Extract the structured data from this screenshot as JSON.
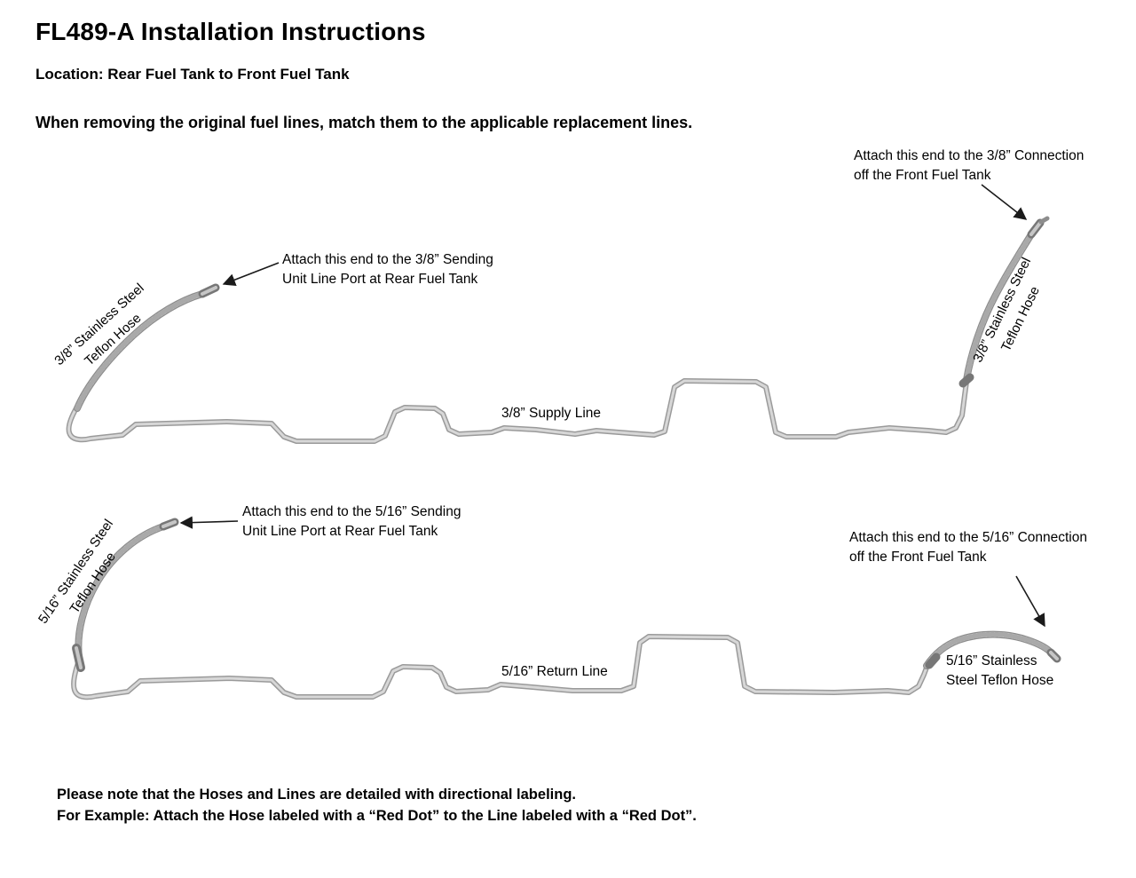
{
  "header": {
    "title": "FL489-A Installation Instructions",
    "location": "Location: Rear Fuel Tank to Front Fuel Tank",
    "instruction": "When removing the original fuel lines, match them to the applicable replacement lines."
  },
  "supply": {
    "line_label": "3/8” Supply Line",
    "callout_left_line1": "Attach this end to the 3/8” Sending",
    "callout_left_line2": "Unit Line Port at Rear Fuel Tank",
    "callout_right_line1": "Attach this end to the 3/8” Connection",
    "callout_right_line2": "off the Front Fuel Tank",
    "hose_left_line1": "3/8” Stainless Steel",
    "hose_left_line2": "Teflon Hose",
    "hose_right_line1": "3/8” Stainless Steel",
    "hose_right_line2": "Teflon Hose"
  },
  "return": {
    "line_label": "5/16” Return Line",
    "callout_left_line1": "Attach this end to the 5/16” Sending",
    "callout_left_line2": "Unit Line Port at Rear Fuel Tank",
    "callout_right_line1": "Attach this end to the 5/16” Connection",
    "callout_right_line2": "off the Front Fuel Tank",
    "hose_left_line1": "5/16” Stainless Steel",
    "hose_left_line2": "Teflon Hose",
    "hose_right_line1": "5/16” Stainless",
    "hose_right_line2": "Steel Teflon Hose"
  },
  "footer": {
    "note_line1": "Please note that the Hoses and Lines are detailed with directional labeling.",
    "note_line2": "For Example: Attach the Hose labeled with a “Red Dot” to the Line labeled with a “Red Dot”."
  }
}
